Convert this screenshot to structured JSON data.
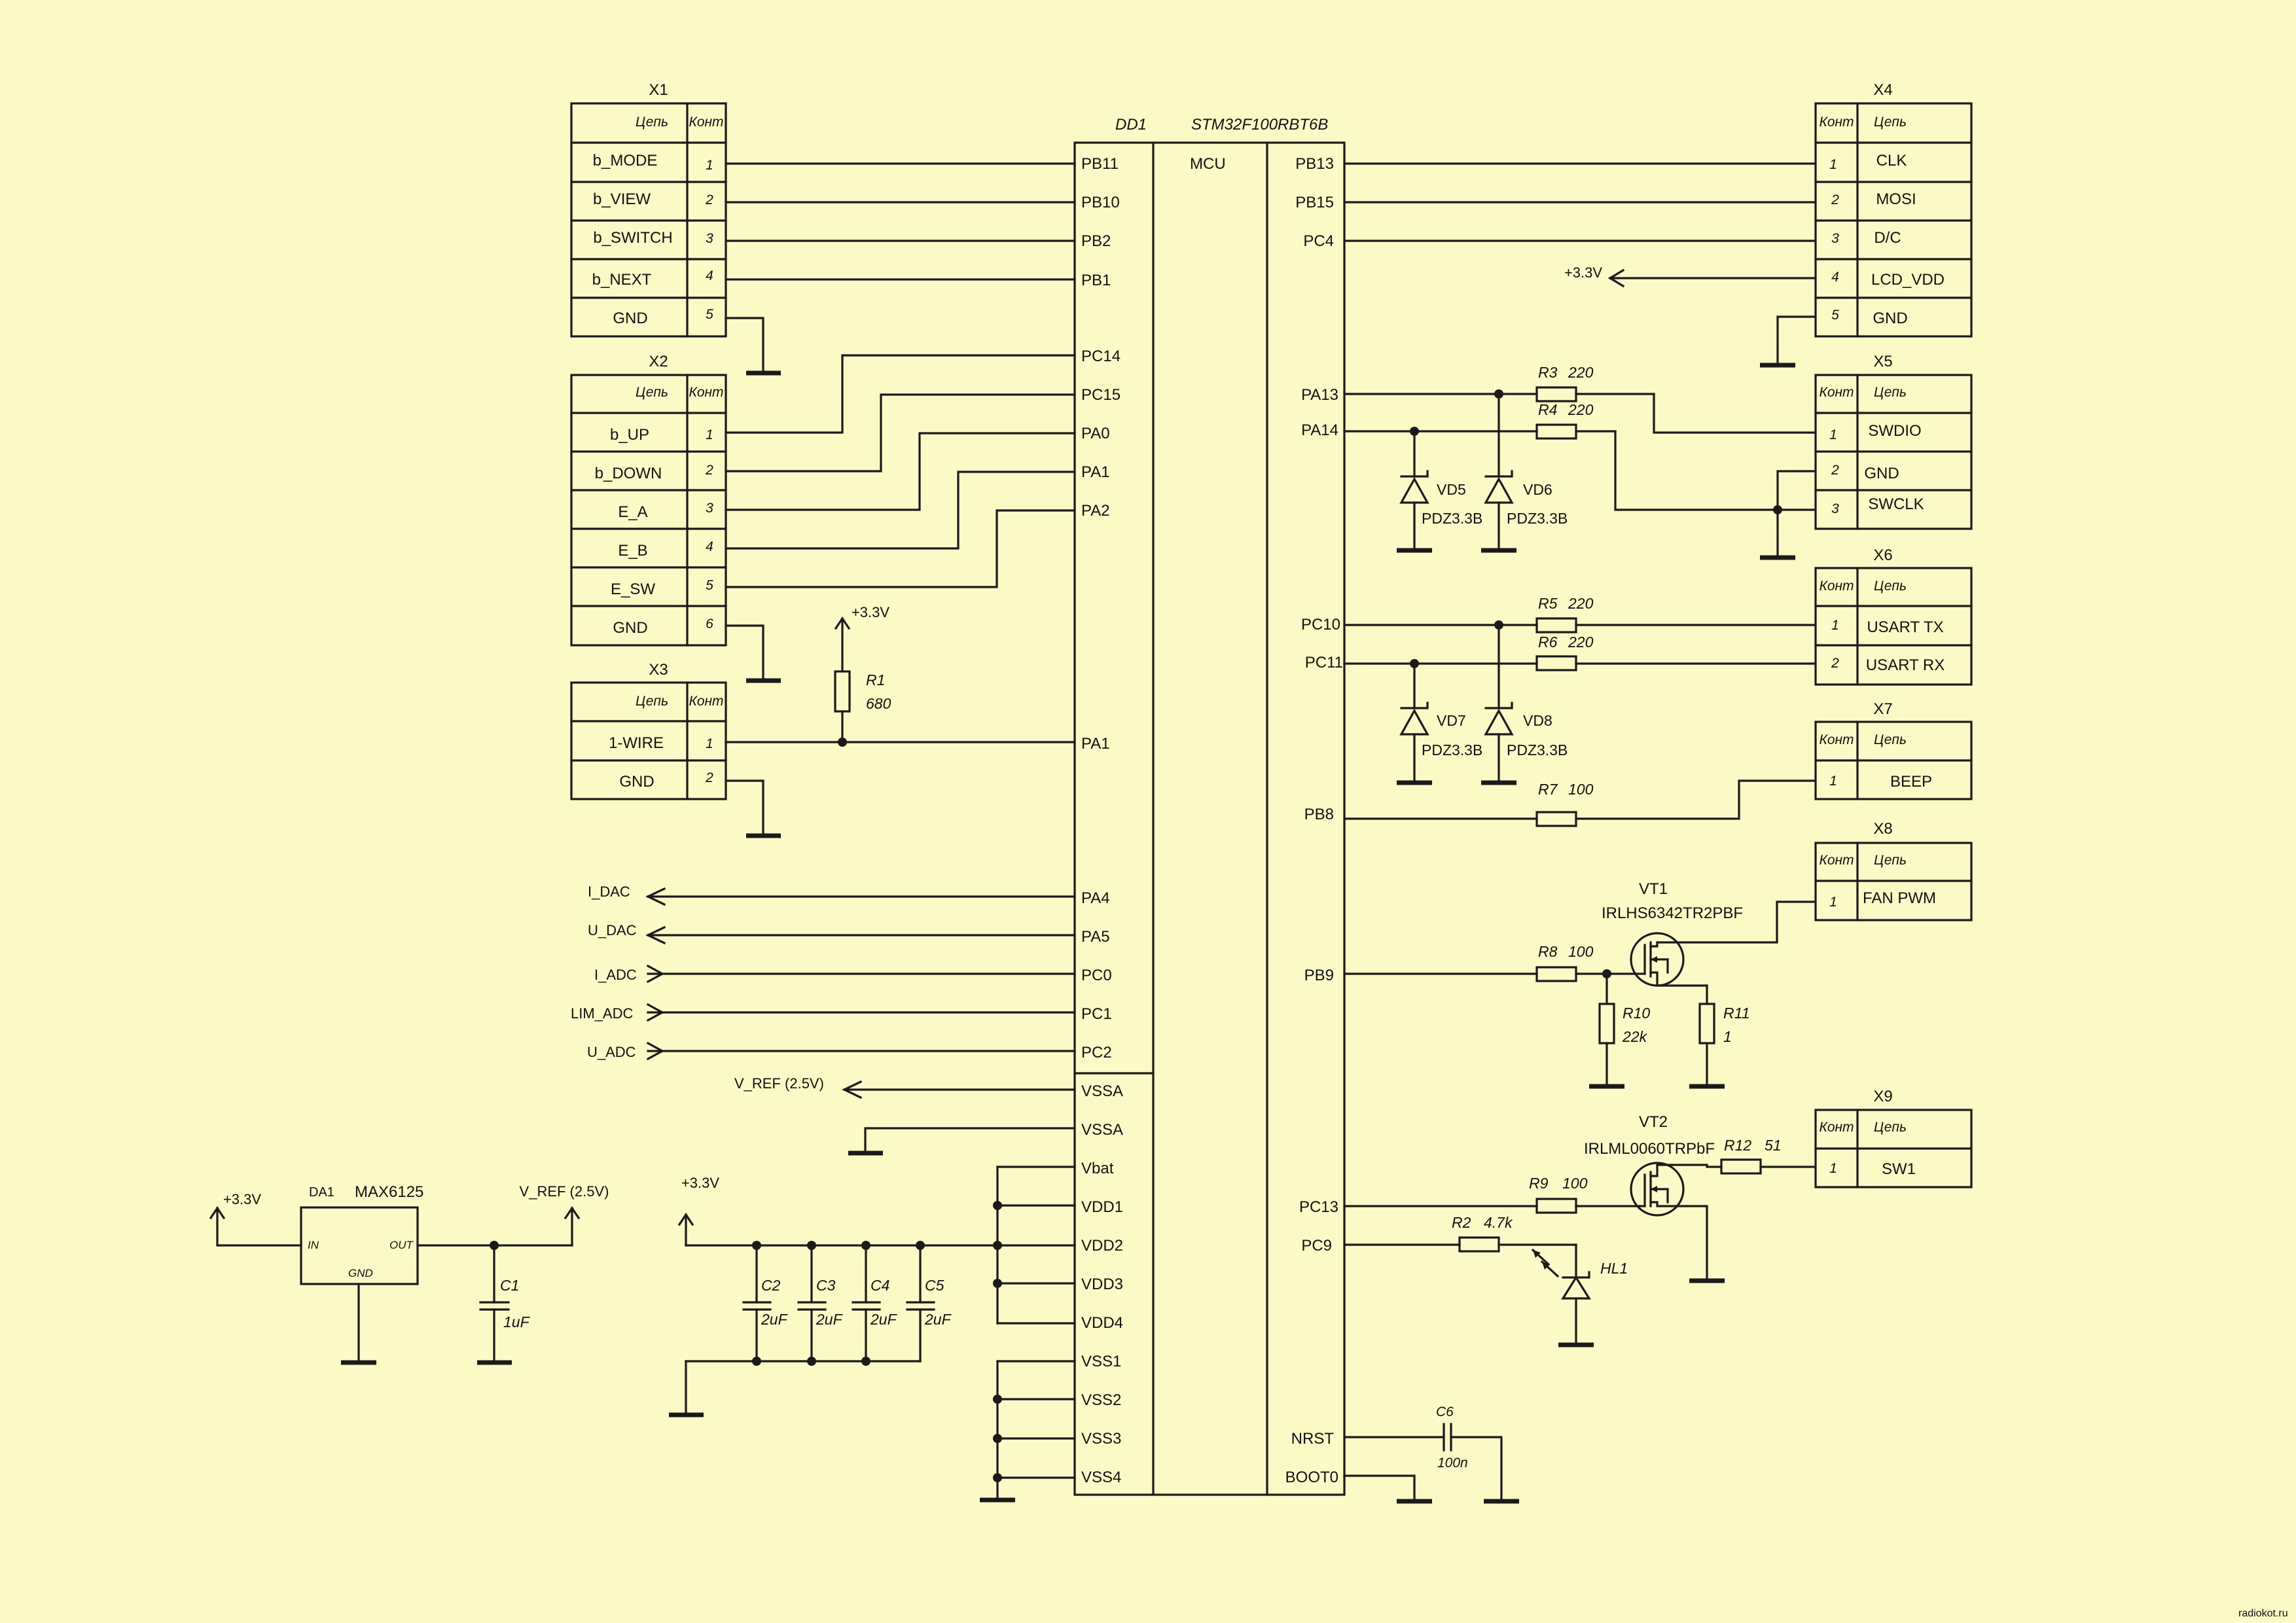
{
  "mcu": {
    "ref": "DD1",
    "part": "STM32F100RBT6B",
    "label": "MCU",
    "left_pins": [
      "PB11",
      "PB10",
      "PB2",
      "PB1",
      "PC14",
      "PC15",
      "PA0",
      "PA1",
      "PA2",
      "PA1",
      "PA4",
      "PA5",
      "PC0",
      "PC1",
      "PC2",
      "VSSA",
      "VSSA",
      "Vbat",
      "VDD1",
      "VDD2",
      "VDD3",
      "VDD4",
      "VSS1",
      "VSS2",
      "VSS3",
      "VSS4"
    ],
    "right_pins": [
      "PB13",
      "PB15",
      "PC4",
      "PA13",
      "PA14",
      "PC10",
      "PC11",
      "PB8",
      "PB9",
      "PC13",
      "PC9",
      "NRST",
      "BOOT0"
    ]
  },
  "header": {
    "net": "Цепь",
    "pin": "Конт"
  },
  "connectors": [
    {
      "ref": "X1",
      "rows": [
        [
          "b_MODE",
          "1"
        ],
        [
          "b_VIEW",
          "2"
        ],
        [
          "b_SWITCH",
          "3"
        ],
        [
          "b_NEXT",
          "4"
        ],
        [
          "GND",
          "5"
        ]
      ]
    },
    {
      "ref": "X2",
      "rows": [
        [
          "b_UP",
          "1"
        ],
        [
          "b_DOWN",
          "2"
        ],
        [
          "E_A",
          "3"
        ],
        [
          "E_B",
          "4"
        ],
        [
          "E_SW",
          "5"
        ],
        [
          "GND",
          "6"
        ]
      ]
    },
    {
      "ref": "X3",
      "rows": [
        [
          "1-WIRE",
          "1"
        ],
        [
          "GND",
          "2"
        ]
      ]
    },
    {
      "ref": "X4",
      "rows": [
        [
          "CLK",
          "1"
        ],
        [
          "MOSI",
          "2"
        ],
        [
          "D/C",
          "3"
        ],
        [
          "LCD_VDD",
          "4"
        ],
        [
          "GND",
          "5"
        ]
      ]
    },
    {
      "ref": "X5",
      "rows": [
        [
          "SWDIO",
          "1"
        ],
        [
          "GND",
          "2"
        ],
        [
          "SWCLK",
          "3"
        ]
      ]
    },
    {
      "ref": "X6",
      "rows": [
        [
          "USART TX",
          "1"
        ],
        [
          "USART RX",
          "2"
        ]
      ]
    },
    {
      "ref": "X7",
      "rows": [
        [
          "BEEP",
          "1"
        ]
      ]
    },
    {
      "ref": "X8",
      "rows": [
        [
          "FAN PWM",
          "1"
        ]
      ]
    },
    {
      "ref": "X9",
      "rows": [
        [
          "SW1",
          "1"
        ]
      ]
    }
  ],
  "resistors": [
    {
      "ref": "R1",
      "value": "680"
    },
    {
      "ref": "R2",
      "value": "4.7k"
    },
    {
      "ref": "R3",
      "value": "220"
    },
    {
      "ref": "R4",
      "value": "220"
    },
    {
      "ref": "R5",
      "value": "220"
    },
    {
      "ref": "R6",
      "value": "220"
    },
    {
      "ref": "R7",
      "value": "100"
    },
    {
      "ref": "R8",
      "value": "100"
    },
    {
      "ref": "R9",
      "value": "100"
    },
    {
      "ref": "R10",
      "value": "22k"
    },
    {
      "ref": "R11",
      "value": "1"
    },
    {
      "ref": "R12",
      "value": "51"
    }
  ],
  "capacitors": [
    {
      "ref": "C1",
      "value": "1uF"
    },
    {
      "ref": "C2",
      "value": "2uF"
    },
    {
      "ref": "C3",
      "value": "2uF"
    },
    {
      "ref": "C4",
      "value": "2uF"
    },
    {
      "ref": "C5",
      "value": "2uF"
    },
    {
      "ref": "C6",
      "value": "100n"
    }
  ],
  "diodes": [
    {
      "ref": "VD5",
      "part": "PDZ3.3B"
    },
    {
      "ref": "VD6",
      "part": "PDZ3.3B"
    },
    {
      "ref": "VD7",
      "part": "PDZ3.3B"
    },
    {
      "ref": "VD8",
      "part": "PDZ3.3B"
    }
  ],
  "led": {
    "ref": "HL1"
  },
  "transistors": [
    {
      "ref": "VT1",
      "part": "IRLHS6342TR2PBF"
    },
    {
      "ref": "VT2",
      "part": "IRLML0060TRPbF"
    }
  ],
  "regulator": {
    "ref": "DA1",
    "part": "MAX6125",
    "in": "IN",
    "out": "OUT",
    "gnd": "GND"
  },
  "nets": {
    "v33": "+3.3V",
    "vref": "V_REF (2.5V)",
    "io": [
      "I_DAC",
      "U_DAC",
      "I_ADC",
      "LIM_ADC",
      "U_ADC"
    ]
  },
  "watermark": "radiokot.ru"
}
